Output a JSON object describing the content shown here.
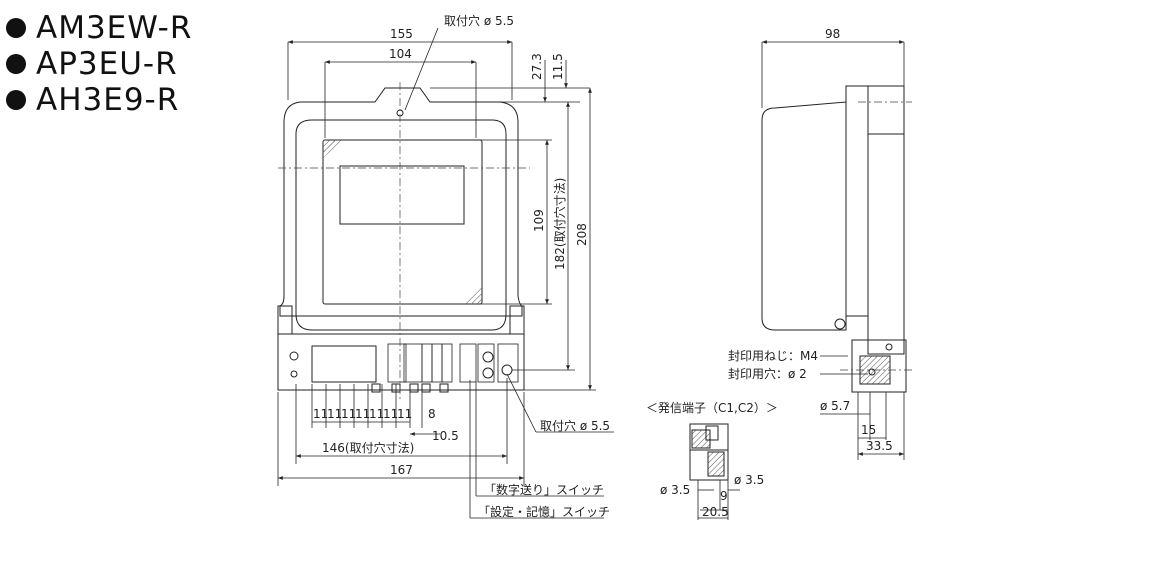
{
  "models": [
    "AM3EW-R",
    "AP3EU-R",
    "AH3E9-R"
  ],
  "front_view": {
    "mount_hole_top": "取付穴 ø 5.5",
    "width_155": "155",
    "width_104": "104",
    "dim_27_3": "27.3",
    "dim_11_5": "11.5",
    "dim_109": "109",
    "dim_182": "182(取付穴寸法)",
    "dim_208": "208",
    "terminal_pitch": [
      "11",
      "11",
      "11",
      "11",
      "11",
      "11",
      "11"
    ],
    "dim_8": "8",
    "dim_10_5": "10.5",
    "dim_146": "146(取付穴寸法)",
    "dim_167": "167",
    "mount_hole_bottom": "取付穴 ø 5.5",
    "switch_digit": "「数字送り」スイッチ",
    "switch_setting": "「設定・記憶」スイッチ"
  },
  "side_view": {
    "depth_98": "98",
    "seal_screw": "封印用ねじ：M4",
    "seal_hole": "封印用穴：ø 2",
    "dim_5_7": "ø 5.7",
    "dim_15": "15",
    "dim_33_5": "33.5"
  },
  "terminal_detail": {
    "title": "＜発信端子（C1,C2）＞",
    "dim_3_5_left": "ø 3.5",
    "dim_3_5_right": "ø 3.5",
    "dim_9": "9",
    "dim_20_5": "20.5"
  }
}
